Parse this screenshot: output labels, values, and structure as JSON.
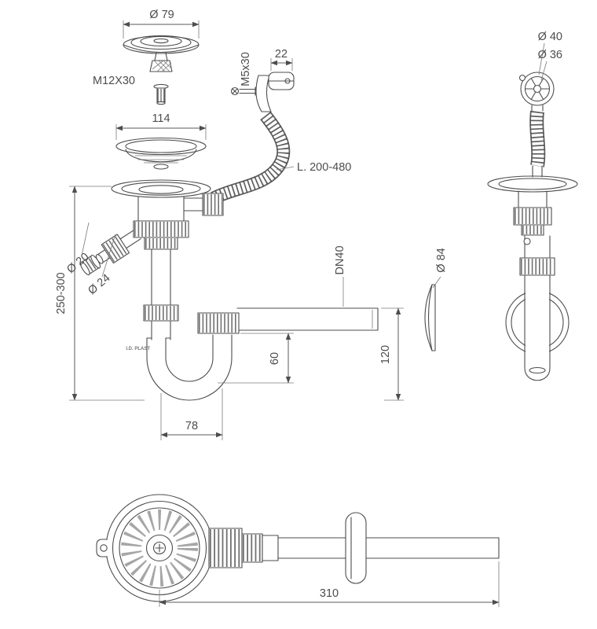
{
  "labels": {
    "cap_diameter": "Ø 79",
    "cap_screw": "M12X30",
    "flange_width": "114",
    "overflow_screw": "M5x30",
    "overflow_width": "22",
    "hose_length": "L. 200-480",
    "height_range": "250-300",
    "inlet_diameter_small": "Ø 20",
    "inlet_diameter_large": "Ø 24",
    "pipe_standard": "DN40",
    "trap_depth": "60",
    "outlet_height": "120",
    "trap_offset": "78",
    "side_cap_outer": "Ø 40",
    "side_cap_inner": "Ø 36",
    "escutcheon_diameter": "Ø 84",
    "total_length": "310",
    "brand": "I.D. PLAST"
  }
}
